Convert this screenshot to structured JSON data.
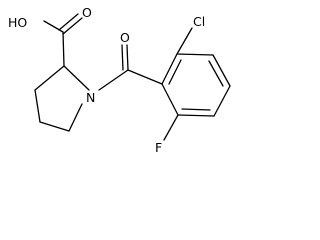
{
  "molecule": {
    "atom_labels": {
      "carboxyl_oxygen": "O",
      "hydroxyl": "HO",
      "ring_nitrogen": "N",
      "carbonyl_oxygen": "O",
      "chlorine": "Cl",
      "fluorine": "F"
    }
  }
}
